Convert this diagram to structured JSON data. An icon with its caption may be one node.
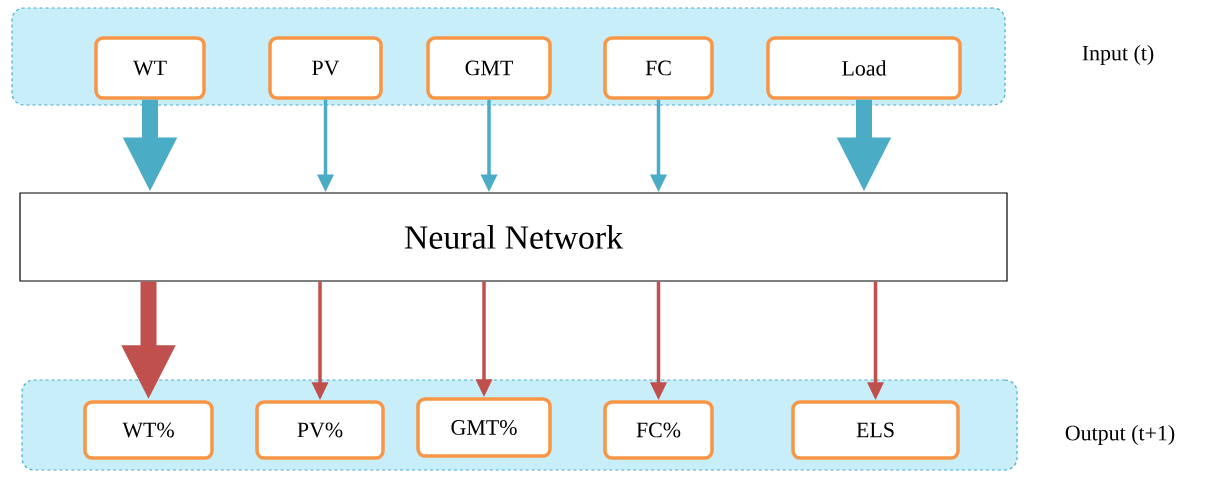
{
  "diagram": {
    "nodes": [
      {
        "text": [
          "Input (t)"
        ]
      },
      {
        "text": [
          "WT"
        ],
        "in": 0
      },
      {
        "text": [
          "PV"
        ],
        "in": 0
      },
      {
        "text": [
          "GMT"
        ],
        "in": 0
      },
      {
        "text": [
          "FC"
        ],
        "in": 0
      },
      {
        "text": [
          "Load"
        ],
        "in": 0
      },
      {
        "text": [
          "Neural Network"
        ]
      },
      {
        "text": [
          "Output (t+1)"
        ]
      },
      {
        "text": [
          "WT%"
        ],
        "in": 7
      },
      {
        "text": [
          "PV%"
        ],
        "in": 7
      },
      {
        "text": [
          "GMT%"
        ],
        "in": 7
      },
      {
        "text": [
          "FC%"
        ],
        "in": 7
      },
      {
        "text": [
          "ELS"
        ],
        "in": 7
      }
    ],
    "edges": [
      {
        "from": 1,
        "to": 6,
        "arrow": "to",
        "style": "thick",
        "color": "#4bacc6"
      },
      {
        "from": 2,
        "to": 6,
        "arrow": "to",
        "color": "#4bacc6"
      },
      {
        "from": 3,
        "to": 6,
        "arrow": "to",
        "color": "#4bacc6"
      },
      {
        "from": 4,
        "to": 6,
        "arrow": "to",
        "color": "#4bacc6"
      },
      {
        "from": 5,
        "to": 6,
        "arrow": "to",
        "style": "thick",
        "color": "#4bacc6"
      },
      {
        "from": 6,
        "to": 8,
        "arrow": "to",
        "style": "thick",
        "color": "#c0504d"
      },
      {
        "from": 6,
        "to": 9,
        "arrow": "to",
        "color": "#c0504d"
      },
      {
        "from": 6,
        "to": 10,
        "arrow": "to",
        "color": "#c0504d"
      },
      {
        "from": 6,
        "to": 11,
        "arrow": "to",
        "color": "#c0504d"
      },
      {
        "from": 6,
        "to": 12,
        "arrow": "to",
        "color": "#c0504d"
      }
    ]
  }
}
